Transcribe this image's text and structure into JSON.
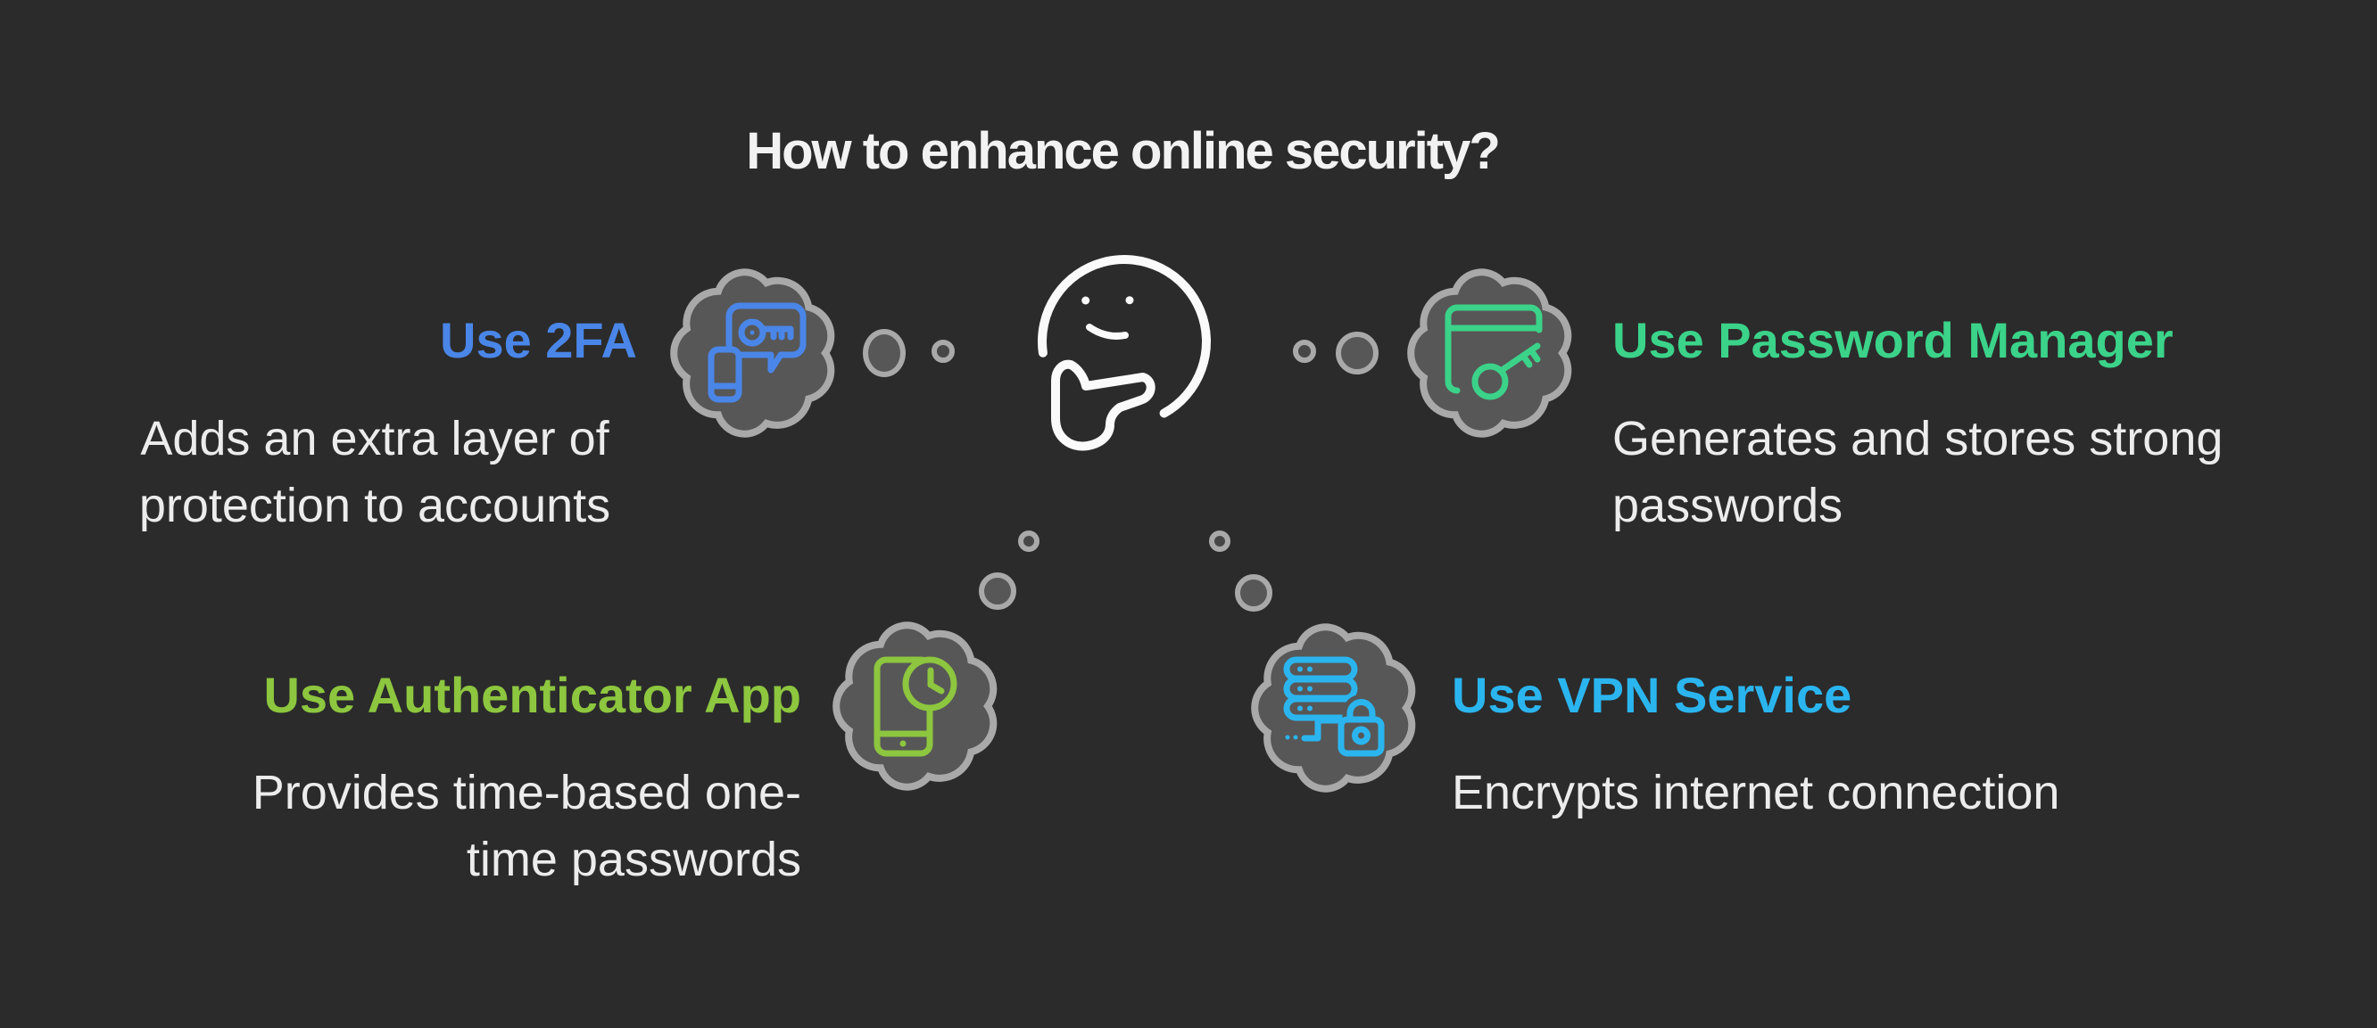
{
  "title": "How to enhance online security?",
  "colors": {
    "background": "#2b2b2b",
    "cloud_fill": "#575757",
    "cloud_stroke": "#a9a9a9",
    "bubble_stroke": "#a9a9a9",
    "body_text": "#ececec",
    "title_text": "#f2f2f2",
    "face_stroke": "#fafafa"
  },
  "face": {
    "icon": "thinking-face-icon"
  },
  "items": [
    {
      "id": "2fa",
      "label": "Use 2FA",
      "description": "Adds an extra layer of\nprotection to accounts",
      "color": "#4a86e8",
      "icon": "phone-message-key-icon"
    },
    {
      "id": "password-manager",
      "label": "Use Password Manager",
      "description": "Generates and stores strong\npasswords",
      "color": "#3bd389",
      "icon": "notebook-key-icon"
    },
    {
      "id": "authenticator-app",
      "label": "Use Authenticator App",
      "description": "Provides time-based one-\ntime passwords",
      "color": "#8dc63f",
      "icon": "phone-clock-icon"
    },
    {
      "id": "vpn-service",
      "label": "Use VPN Service",
      "description": "Encrypts internet connection",
      "color": "#2bb5ef",
      "icon": "server-lock-icon"
    }
  ]
}
